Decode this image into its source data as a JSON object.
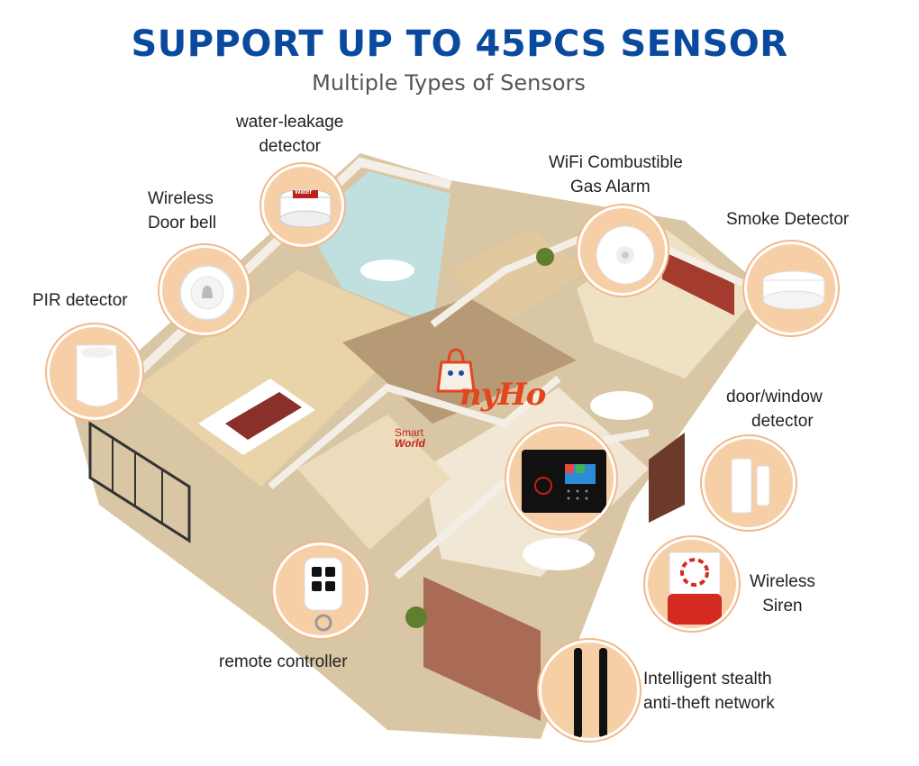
{
  "header": {
    "title": "SUPPORT UP TO 45PCS SENSOR",
    "subtitle": "Multiple Types of Sensors"
  },
  "sensors": {
    "water_leakage": {
      "line1": "water-leakage",
      "line2": "detector",
      "badge": "Water"
    },
    "door_bell": {
      "line1": "Wireless",
      "line2": "Door bell"
    },
    "pir": {
      "label": "PIR detector"
    },
    "gas": {
      "line1": "WiFi Combustible",
      "line2": "Gas Alarm"
    },
    "smoke": {
      "label": "Smoke Detector"
    },
    "door_window": {
      "line1": "door/window",
      "line2": "detector"
    },
    "siren": {
      "line1": "Wireless",
      "line2": "Siren"
    },
    "remote": {
      "label": "remote controller"
    },
    "network": {
      "line1": "Intelligent stealth",
      "line2": "anti-theft network"
    }
  },
  "branding": {
    "logo_text": "nyHo",
    "smart_line1": "Smart",
    "smart_line2": "World"
  },
  "colors": {
    "title": "#0a4a9e",
    "bubble": "#f6cfa6",
    "bubble_ring": "#f0b98a",
    "brand": "#e3451e"
  }
}
